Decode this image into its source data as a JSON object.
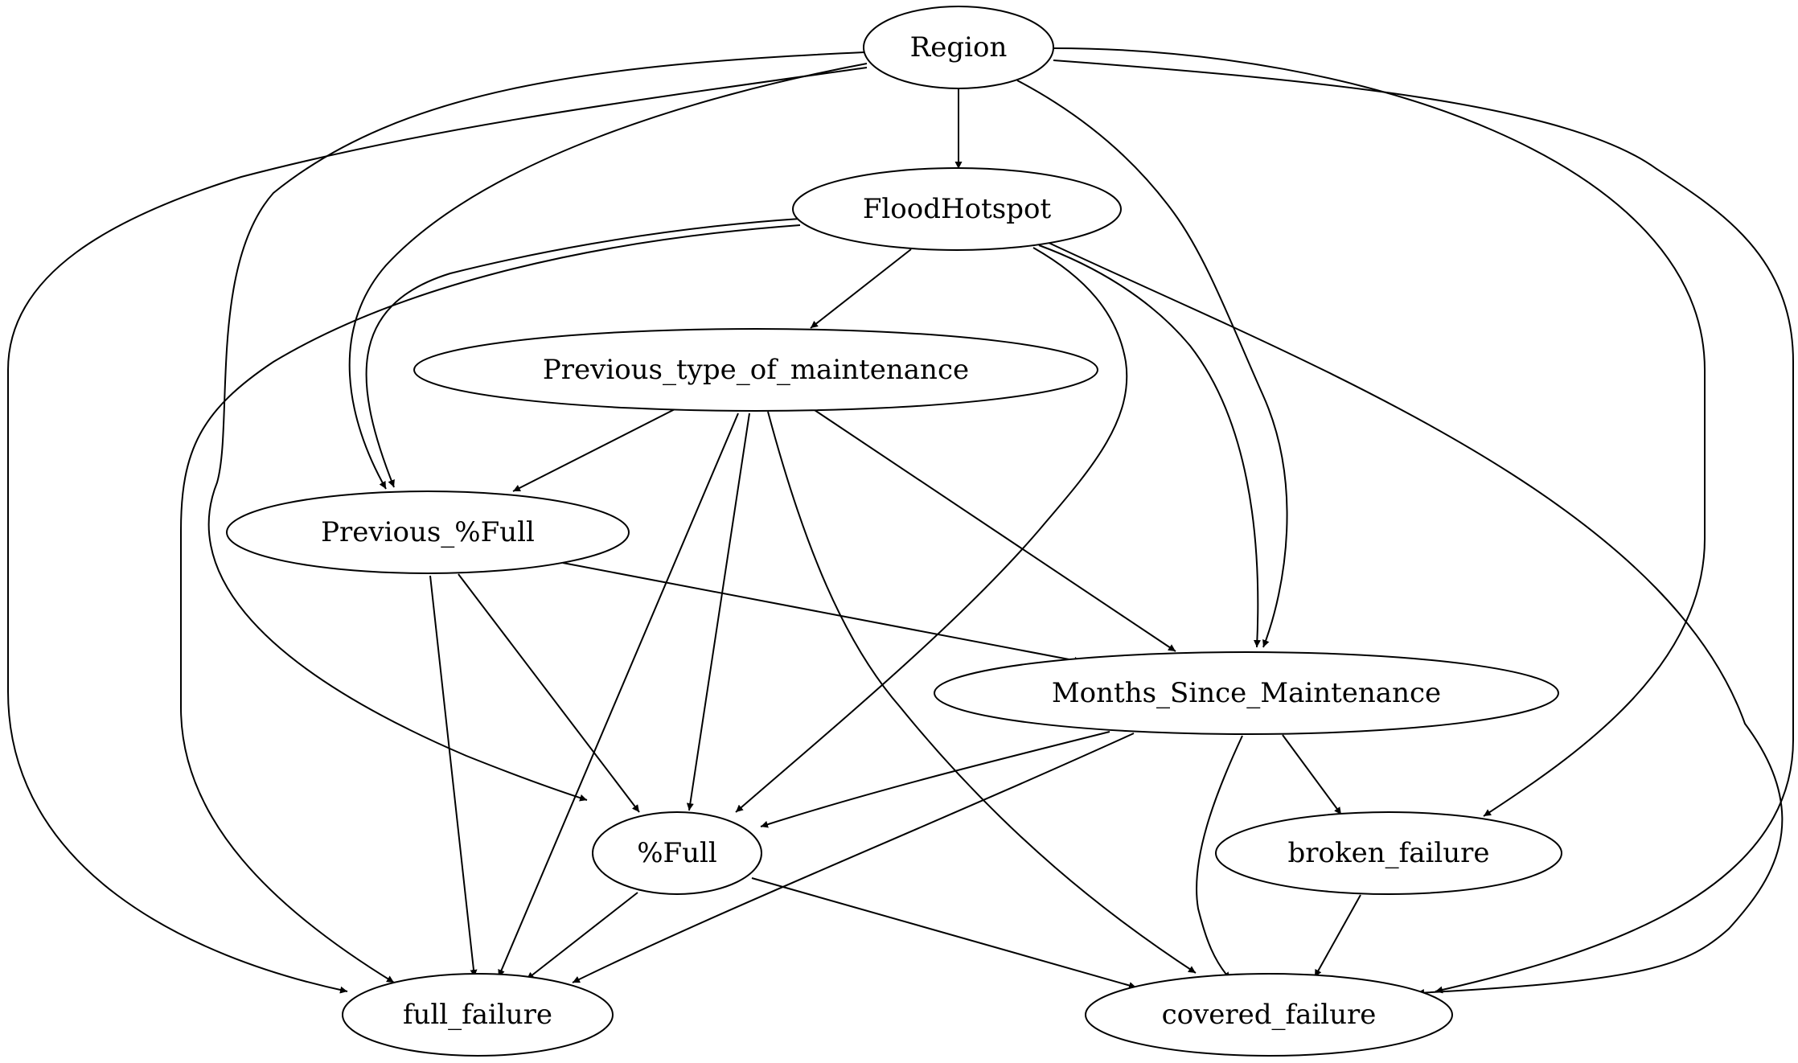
{
  "graph": {
    "nodes": [
      {
        "id": "region",
        "label": "Region"
      },
      {
        "id": "floodhotspot",
        "label": "FloodHotspot"
      },
      {
        "id": "prev_maint",
        "label": "Previous_type_of_maintenance"
      },
      {
        "id": "prev_full",
        "label": "Previous_%Full"
      },
      {
        "id": "months",
        "label": "Months_Since_Maintenance"
      },
      {
        "id": "full",
        "label": "%Full"
      },
      {
        "id": "broken",
        "label": "broken_failure"
      },
      {
        "id": "full_failure",
        "label": "full_failure"
      },
      {
        "id": "covered",
        "label": "covered_failure"
      }
    ],
    "edges": [
      {
        "from": "region",
        "to": "floodhotspot"
      },
      {
        "from": "region",
        "to": "prev_full"
      },
      {
        "from": "region",
        "to": "months"
      },
      {
        "from": "region",
        "to": "full"
      },
      {
        "from": "region",
        "to": "broken"
      },
      {
        "from": "region",
        "to": "full_failure"
      },
      {
        "from": "region",
        "to": "covered"
      },
      {
        "from": "floodhotspot",
        "to": "prev_maint"
      },
      {
        "from": "floodhotspot",
        "to": "prev_full"
      },
      {
        "from": "floodhotspot",
        "to": "months"
      },
      {
        "from": "floodhotspot",
        "to": "full"
      },
      {
        "from": "floodhotspot",
        "to": "full_failure"
      },
      {
        "from": "floodhotspot",
        "to": "covered"
      },
      {
        "from": "prev_maint",
        "to": "prev_full"
      },
      {
        "from": "prev_maint",
        "to": "months"
      },
      {
        "from": "prev_maint",
        "to": "full"
      },
      {
        "from": "prev_maint",
        "to": "full_failure"
      },
      {
        "from": "prev_maint",
        "to": "covered"
      },
      {
        "from": "prev_full",
        "to": "months"
      },
      {
        "from": "prev_full",
        "to": "full"
      },
      {
        "from": "prev_full",
        "to": "full_failure"
      },
      {
        "from": "months",
        "to": "full"
      },
      {
        "from": "months",
        "to": "broken"
      },
      {
        "from": "months",
        "to": "full_failure"
      },
      {
        "from": "months",
        "to": "covered"
      },
      {
        "from": "full",
        "to": "full_failure"
      },
      {
        "from": "full",
        "to": "covered"
      },
      {
        "from": "broken",
        "to": "covered"
      }
    ]
  }
}
